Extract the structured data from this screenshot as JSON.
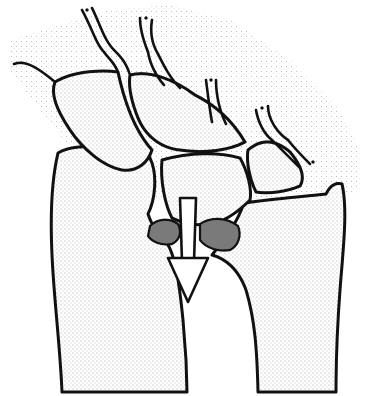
{
  "figure": {
    "colors": {
      "background": "#ffffff",
      "outline": "#111111",
      "bone_stipple": "#9a9a9a",
      "fragment_fill": "#7a7a7a",
      "arrow_fill": "#ffffff"
    },
    "parts": [
      "radius-bone",
      "ulna-bone",
      "scaphoid-bone",
      "lunate-bone",
      "capitate-bone",
      "hamate-bone",
      "metacarpal-bases",
      "fracture-fragments",
      "displacement-arrow"
    ]
  }
}
